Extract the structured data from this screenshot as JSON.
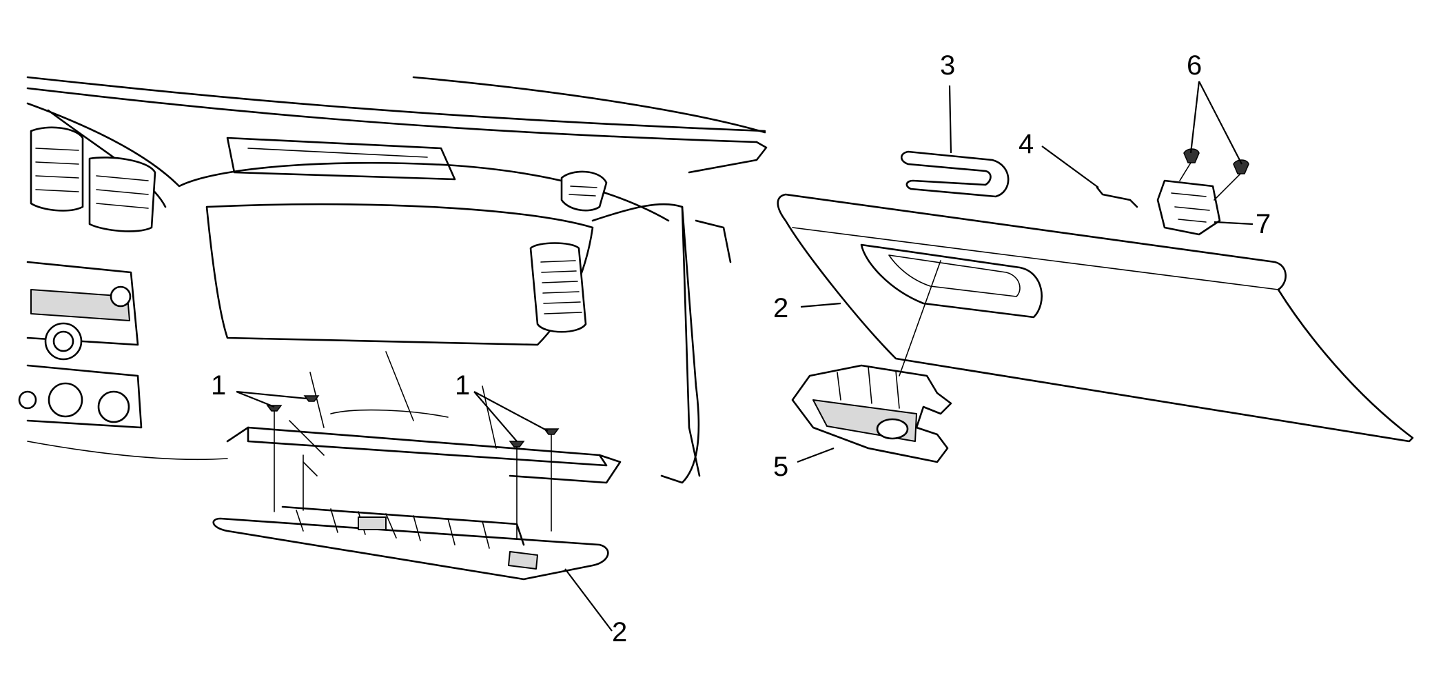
{
  "callouts": {
    "c1a": "1",
    "c1b": "1",
    "c2a": "2",
    "c2b": "2",
    "c3": "3",
    "c4": "4",
    "c5": "5",
    "c6": "6",
    "c7": "7"
  }
}
